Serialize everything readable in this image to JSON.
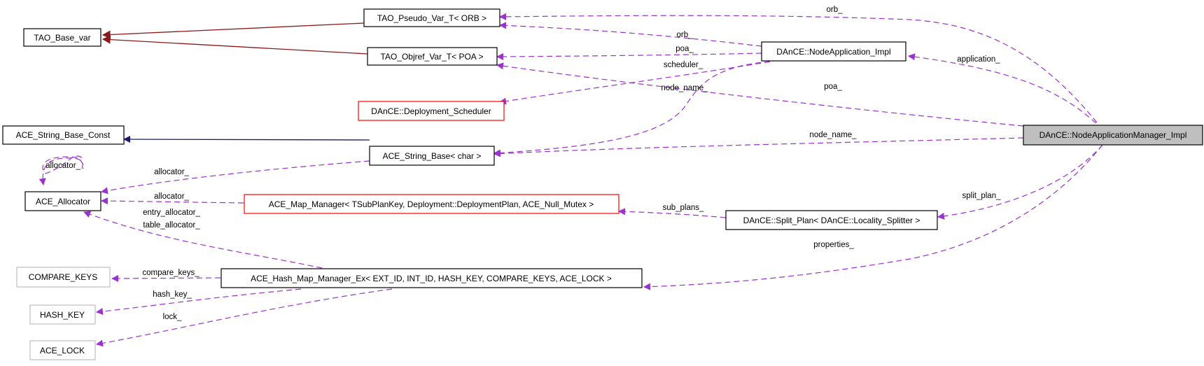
{
  "diagram": {
    "title": "Collaboration diagram for DAnCE::NodeApplicationManager_Impl",
    "colors": {
      "usage_edge": "#9a32cd",
      "inherit_edge_red": "#8b1a1a",
      "inherit_edge_blue": "#191970",
      "focus_fill": "#bfbfbf",
      "incomplete_border": "#ff0000",
      "undocumented_border": "#bfbfbf"
    },
    "nodes": {
      "tao_base_var": "TAO_Base_var",
      "tao_pseudo_var": "TAO_Pseudo_Var_T< ORB >",
      "tao_objref_var": "TAO_Objref_Var_T< POA >",
      "node_app_impl": "DAnCE::NodeApplication_Impl",
      "deployment_scheduler": "DAnCE::Deployment_Scheduler",
      "ace_string_base_const": "ACE_String_Base_Const",
      "ace_string_base": "ACE_String_Base< char >",
      "node_app_manager_impl": "DAnCE::NodeApplicationManager_Impl",
      "ace_allocator": "ACE_Allocator",
      "ace_map_manager": "ACE_Map_Manager< TSubPlanKey, Deployment::DeploymentPlan, ACE_Null_Mutex >",
      "split_plan": "DAnCE::Split_Plan< DAnCE::Locality_Splitter >",
      "compare_keys": "COMPARE_KEYS",
      "ace_hash_map_manager": "ACE_Hash_Map_Manager_Ex< EXT_ID, INT_ID, HASH_KEY, COMPARE_KEYS, ACE_LOCK >",
      "hash_key": "HASH_KEY",
      "ace_lock": "ACE_LOCK"
    },
    "edge_labels": {
      "orb_top": "orb_",
      "orb_mid": "orb_",
      "poa_mid": "poa_",
      "scheduler": "scheduler_",
      "node_name_mid": "node_name_",
      "application": "application_",
      "poa_long": "poa_",
      "node_name_long": "node_name_",
      "allocator_self": "allocator_",
      "allocator_string": "allocator_",
      "allocator_map": "allocator_",
      "entry_allocator": "entry_allocator_",
      "table_allocator": "table_allocator_",
      "sub_plans": "sub_plans_",
      "split_plan": "split_plan_",
      "properties": "properties_",
      "compare_keys": "compare_keys_",
      "hash_key": "hash_key_",
      "lock": "lock_"
    }
  }
}
